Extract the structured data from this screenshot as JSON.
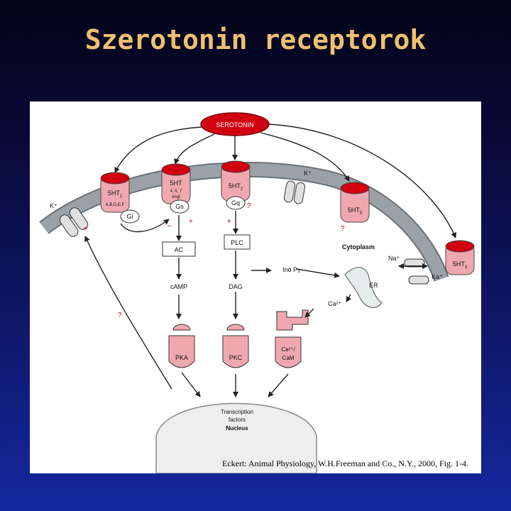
{
  "slide": {
    "title": "Szerotonin receptorok"
  },
  "diagram": {
    "ligand": "SEROTONIN",
    "receptors": {
      "r1_top": "5HT",
      "r1_sub": "1",
      "r1_subtypes_a": "A,B,D,",
      "r1_subtypes_b": "E,F",
      "r_mid_top": "5HT",
      "r_mid_sub": "4, 6, 7",
      "r_mid_sub2": "d=gl",
      "r2": "5HT",
      "r2_sub": "2",
      "r5": "5HT",
      "r5_sub": "5",
      "r3": "5HT",
      "r3_sub": "3"
    },
    "g_proteins": {
      "gi": "Gi",
      "gs": "Gs",
      "gq": "Gq"
    },
    "ions": {
      "k_left": "K⁺",
      "k_right": "K⁺",
      "na": "Na⁺",
      "ka": "Ka⁺",
      "ca": "Ca²⁺"
    },
    "enzymes": {
      "ac": "AC",
      "plc": "PLC"
    },
    "messengers": {
      "camp": "cAMP",
      "dag": "DAG",
      "ip3": "Ino P₃"
    },
    "kinases": {
      "pka": "PKA",
      "pkc": "PKC",
      "cam_a": "Ca²⁺/",
      "cam_b": "CaM"
    },
    "compartments": {
      "cytoplasm": "Cytoplasm",
      "er": "ER",
      "transcription_a": "Transcription",
      "transcription_b": "factors",
      "nucleus": "Nucleus"
    },
    "signs": {
      "plus_gi": "+",
      "minus_ac": "–",
      "plus_gs": "+",
      "plus_gq": "+",
      "question_gq": "?",
      "question_5ht5": "?",
      "question_left": "?"
    },
    "caption": "Eckert: Animal Physiology, W.H.Freeman and Co., N.Y., 2000, Fig. 1-4."
  },
  "colors": {
    "title": "#f0c070",
    "receptor_pink": "#f0a8b0",
    "receptor_red": "#d00010",
    "membrane_gray": "#9aa2a8",
    "background_top": "#040418",
    "background_bottom": "#1428a0"
  }
}
